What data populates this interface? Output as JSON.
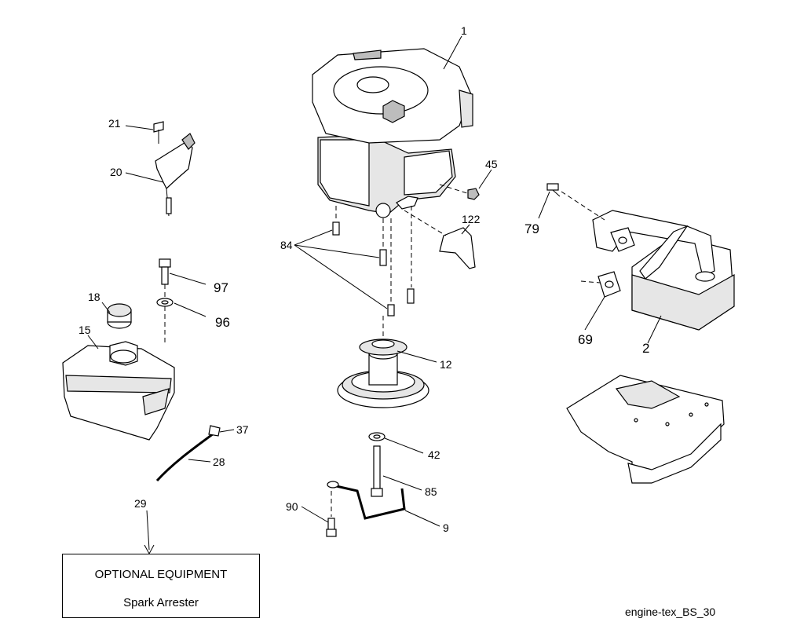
{
  "labels": {
    "p1": "1",
    "p2": "2",
    "p9": "9",
    "p12": "12",
    "p15": "15",
    "p18": "18",
    "p20": "20",
    "p21": "21",
    "p28": "28",
    "p29": "29",
    "p37": "37",
    "p42": "42",
    "p45": "45",
    "p69": "69",
    "p79": "79",
    "p84": "84",
    "p85": "85",
    "p90": "90",
    "p96": "96",
    "p97": "97",
    "p122": "122"
  },
  "optional_box": {
    "title": "OPTIONAL EQUIPMENT",
    "subtitle": "Spark Arrester"
  },
  "caption": "engine-tex_BS_30"
}
